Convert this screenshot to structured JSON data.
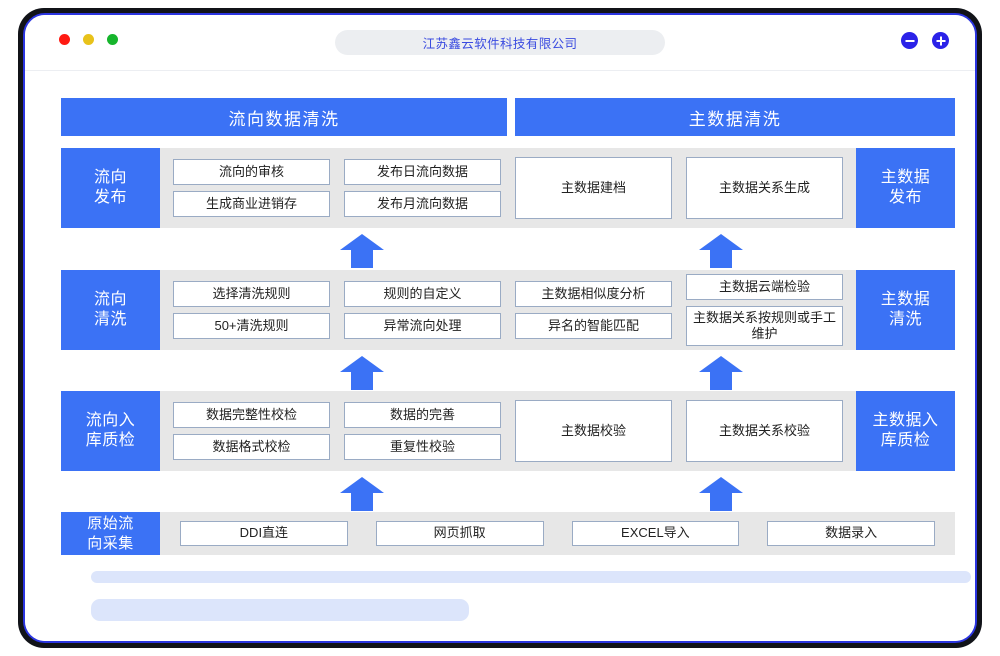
{
  "window": {
    "title": "江苏鑫云软件科技有限公司",
    "traffic_lights": [
      "close",
      "minimize",
      "maximize"
    ],
    "actions": [
      {
        "name": "minus-button",
        "label": "−"
      },
      {
        "name": "plus-button",
        "label": "+"
      }
    ]
  },
  "colors": {
    "accent_blue": "#3b72f5",
    "row_gray": "#e7e7e7",
    "box_border": "#9aabc4",
    "placeholder_blue": "#dce5fb",
    "title_text": "#3a4be0"
  },
  "sections": [
    {
      "id": "flow",
      "label": "流向数据清洗"
    },
    {
      "id": "master",
      "label": "主数据清洗"
    }
  ],
  "rows": [
    {
      "id": "publish",
      "left_label": "流向\n发布",
      "right_label": "主数据\n发布",
      "cells": [
        {
          "type": "stack",
          "boxes": [
            "流向的审核",
            "生成商业进销存"
          ]
        },
        {
          "type": "stack",
          "boxes": [
            "发布日流向数据",
            "发布月流向数据"
          ]
        },
        {
          "type": "single",
          "boxes": [
            "主数据建档"
          ]
        },
        {
          "type": "single",
          "boxes": [
            "主数据关系生成"
          ]
        }
      ]
    },
    {
      "id": "clean",
      "left_label": "流向\n清洗",
      "right_label": "主数据\n清洗",
      "cells": [
        {
          "type": "stack",
          "boxes": [
            "选择清洗规则",
            "50+清洗规则"
          ]
        },
        {
          "type": "stack",
          "boxes": [
            "规则的自定义",
            "异常流向处理"
          ]
        },
        {
          "type": "stack",
          "boxes": [
            "主数据相似度分析",
            "异名的智能匹配"
          ]
        },
        {
          "type": "stack",
          "boxes": [
            "主数据云端检验",
            "主数据关系按规则或手工维护"
          ]
        }
      ]
    },
    {
      "id": "qa",
      "left_label": "流向入\n库质检",
      "right_label": "主数据入\n库质检",
      "cells": [
        {
          "type": "stack",
          "boxes": [
            "数据完整性校检",
            "数据格式校检"
          ]
        },
        {
          "type": "stack",
          "boxes": [
            "数据的完善",
            "重复性校验"
          ]
        },
        {
          "type": "single",
          "boxes": [
            "主数据校验"
          ]
        },
        {
          "type": "single",
          "boxes": [
            "主数据关系校验"
          ]
        }
      ]
    },
    {
      "id": "collect",
      "left_label": "原始流\n向采集",
      "right_label": "",
      "cells": [
        {
          "type": "single",
          "boxes": [
            "DDI直连"
          ]
        },
        {
          "type": "single",
          "boxes": [
            "网页抓取"
          ]
        },
        {
          "type": "single",
          "boxes": [
            "EXCEL导入"
          ]
        },
        {
          "type": "single",
          "boxes": [
            "数据录入"
          ]
        }
      ]
    }
  ],
  "arrows": [
    {
      "name": "arrow-up-flow-publish",
      "direction": "up"
    },
    {
      "name": "arrow-up-master-publish",
      "direction": "up"
    },
    {
      "name": "arrow-up-flow-clean",
      "direction": "up"
    },
    {
      "name": "arrow-up-master-clean",
      "direction": "up"
    },
    {
      "name": "arrow-up-flow-qa",
      "direction": "up"
    },
    {
      "name": "arrow-up-master-qa",
      "direction": "up"
    }
  ]
}
